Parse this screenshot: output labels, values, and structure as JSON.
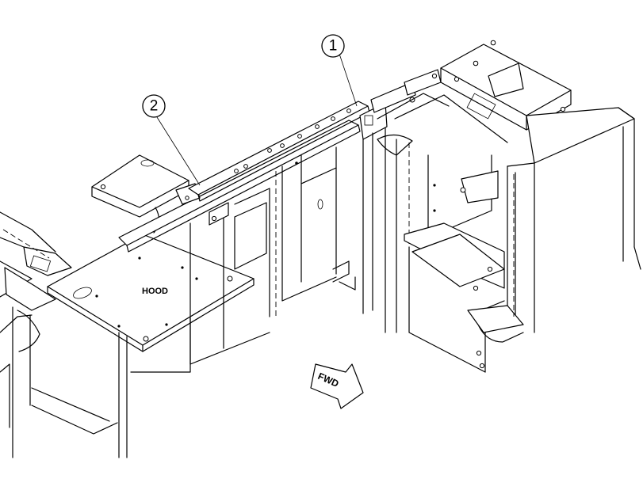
{
  "callouts": [
    {
      "id": "callout-1",
      "label": "1"
    },
    {
      "id": "callout-2",
      "label": "2"
    }
  ],
  "labels": {
    "hood": "HOOD",
    "fwd": "FWD"
  }
}
